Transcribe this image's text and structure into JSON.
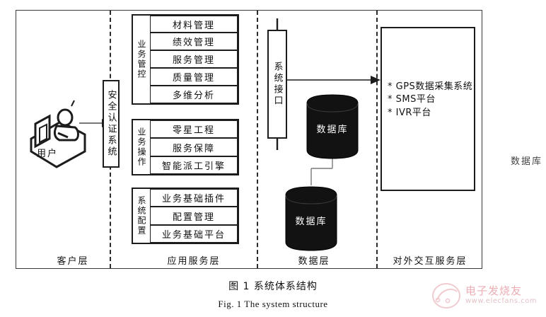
{
  "figure": {
    "caption_cn": "图 1    系统体系结构",
    "caption_en": "Fig. 1    The system structure"
  },
  "layers": [
    {
      "id": "client",
      "label": "客户层"
    },
    {
      "id": "app-service",
      "label": "应用服务层"
    },
    {
      "id": "data",
      "label": "数据层"
    },
    {
      "id": "external",
      "label": "对外交互服务层"
    }
  ],
  "client_layer": {
    "user_label": "用户",
    "user_icon": "user-at-desk-icon"
  },
  "auth": {
    "label": "安全认证系统"
  },
  "app_groups": [
    {
      "id": "business-control",
      "side_label": "业务管控",
      "items": [
        "材料管理",
        "绩效管理",
        "服务管理",
        "质量管理",
        "多维分析"
      ]
    },
    {
      "id": "business-operation",
      "side_label": "业务操作",
      "items": [
        "零星工程",
        "服务保障",
        "智能派工引擎"
      ]
    },
    {
      "id": "system-config",
      "side_label": "系统配置",
      "items": [
        "业务基础插件",
        "配置管理",
        "业务基础平台"
      ]
    }
  ],
  "interface": {
    "label": "系统接口"
  },
  "databases": [
    {
      "id": "db-top",
      "label": "数据库"
    },
    {
      "id": "db-bottom",
      "label": "数据库"
    }
  ],
  "external_services": {
    "items": [
      "* GPS数据采集系统",
      "* SMS平台",
      "* IVR平台"
    ]
  },
  "side_note": {
    "label": "数据库"
  },
  "watermark": {
    "text": "电子发烧友",
    "url": "www.elecfans.com",
    "color": "#e8a0a8"
  },
  "colors": {
    "line": "#1c1c1c",
    "cylinder_fill": "#121212",
    "cylinder_text": "#ffffff",
    "background": "#ffffff"
  }
}
